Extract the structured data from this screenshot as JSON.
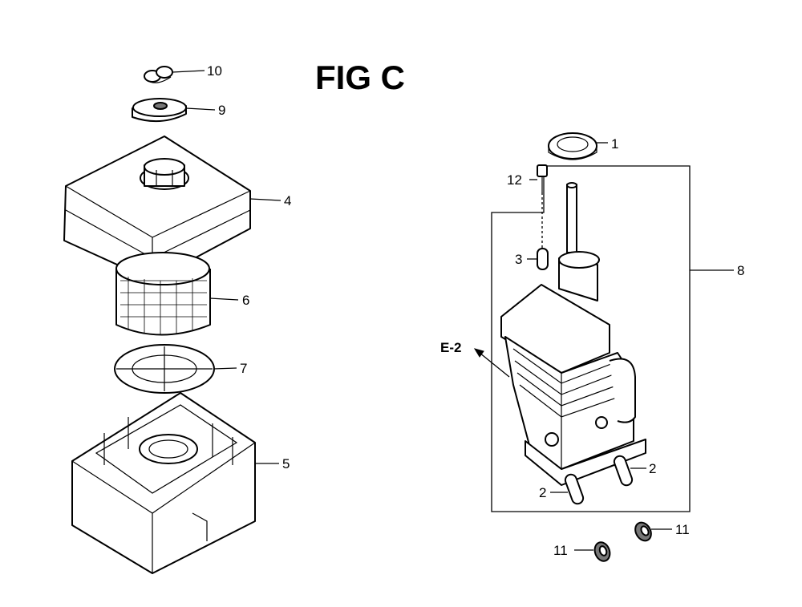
{
  "figure": {
    "title": "FIG C"
  },
  "callouts": {
    "c1": "1",
    "c2a": "2",
    "c2b": "2",
    "c3": "3",
    "c4": "4",
    "c5": "5",
    "c6": "6",
    "c7": "7",
    "c8": "8",
    "c9": "9",
    "c10": "10",
    "c11a": "11",
    "c11b": "11",
    "c12": "12",
    "ref": "E-2"
  },
  "colors": {
    "ink": "#000000",
    "paper": "#ffffff",
    "shade": "#777777"
  }
}
